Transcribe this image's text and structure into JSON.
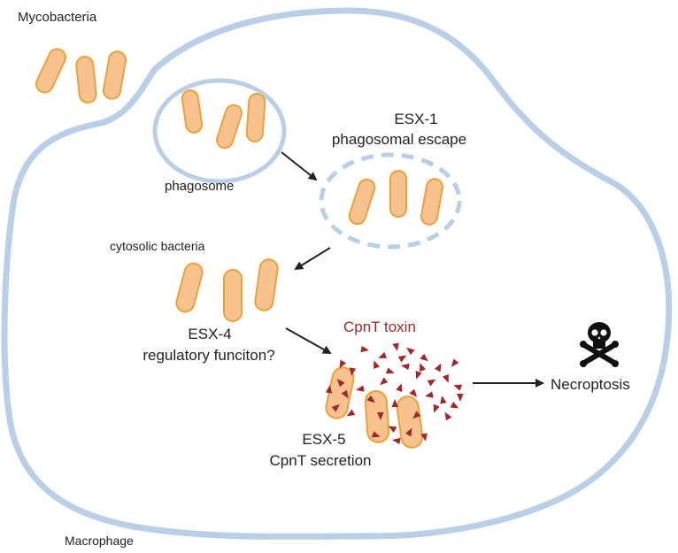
{
  "labels": {
    "mycobacteria": "Mycobacteria",
    "phagosome": "phagosome",
    "esx1_title": "ESX-1",
    "esx1_subtitle": "phagosomal escape",
    "cytosolic": "cytosolic bacteria",
    "esx4_title": "ESX-4",
    "esx4_subtitle": "regulatory funciton?",
    "toxin": "CpnT toxin",
    "necroptosis": "Necroptosis",
    "esx5_title": "ESX-5",
    "esx5_subtitle": "CpnT secretion",
    "macrophage": "Macrophage"
  },
  "icons": {
    "death": "skull-and-crossbones-icon"
  },
  "colors": {
    "membrane": "#b9cfe8",
    "bacterium_fill": "#f8c28f",
    "bacterium_stroke": "#e9a23b",
    "toxin": "#a3262a",
    "arrow": "#222222",
    "text": "#222222"
  }
}
